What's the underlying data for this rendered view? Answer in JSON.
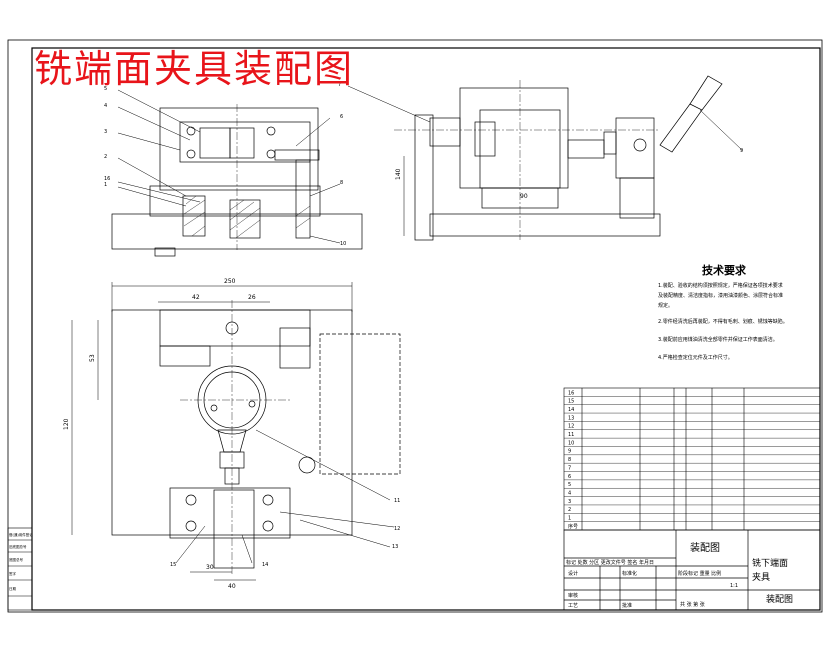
{
  "title": "铣端面夹具装配图",
  "tech": {
    "heading": "技术要求",
    "items": [
      "1.装配、验收的结构须按照规定，严格保证各项技术要求",
      "及装配精度、清洁度指标，漆用油漆颜色、涂层符合标准",
      "规定。",
      "2.零件经清洗后再装配，不得有毛刺、划痕、锈蚀等缺陷。",
      "3.装配前应用煤油清洗全部零件并保证工作表面清洁。",
      "4.严格检查定位元件及工作尺寸。"
    ]
  },
  "dims": {
    "d140": "140",
    "d90": "90",
    "d250": "250",
    "d42": "42",
    "d26": "26",
    "d53": "53",
    "d120": "120",
    "d30": "30",
    "d40": "40"
  },
  "balloons": [
    "1",
    "2",
    "3",
    "4",
    "5",
    "6",
    "7",
    "8",
    "9",
    "10",
    "11",
    "12",
    "13",
    "14",
    "15",
    "16"
  ],
  "bom_nos": [
    "16",
    "15",
    "14",
    "13",
    "12",
    "11",
    "10",
    "9",
    "8",
    "7",
    "6",
    "5",
    "4",
    "3",
    "2",
    "1",
    "序号"
  ],
  "titleblock": {
    "assy": "装配图",
    "part_name_1": "铣下端面",
    "part_name_2": "夹具",
    "drawing": "装配图",
    "row_head": "标记 处数 分区 更改文件号 签名 年月日",
    "design": "设计",
    "std": "标准化",
    "check": "审核",
    "craft": "工艺",
    "approve": "批准",
    "stage": "阶段标记 重量 比例",
    "scale": "1:1",
    "sheet": "共 张 第 张"
  },
  "left_strip": [
    "借(通)用件登记",
    "旧底图总号",
    "底图总号",
    "签字",
    "日期"
  ]
}
